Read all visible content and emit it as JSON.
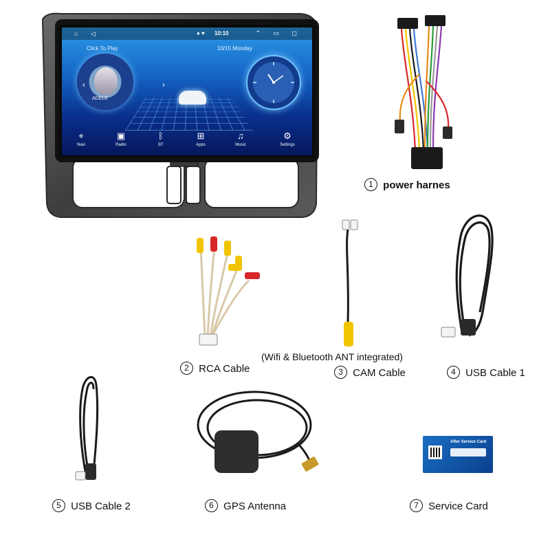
{
  "head_unit": {
    "status_time": "10:10",
    "click_to_play": "Click To Play",
    "date": "10/15 Monday",
    "music_title": "ADELE",
    "dock": [
      {
        "label": "Navi",
        "icon": "location-pin-icon",
        "glyph": "⌖"
      },
      {
        "label": "Radio",
        "icon": "radio-icon",
        "glyph": "▣"
      },
      {
        "label": "BT",
        "icon": "bluetooth-icon",
        "glyph": "ᛒ"
      },
      {
        "label": "Apps",
        "icon": "apps-grid-icon",
        "glyph": "⊞"
      },
      {
        "label": "Music",
        "icon": "music-note-icon",
        "glyph": "♫"
      },
      {
        "label": "Settings",
        "icon": "gear-icon",
        "glyph": "⚙"
      }
    ]
  },
  "items": [
    {
      "number": "1",
      "label": "power harnes"
    },
    {
      "number": "2",
      "label": "RCA Cable"
    },
    {
      "number": "3",
      "label": "CAM Cable"
    },
    {
      "number": "4",
      "label": "USB Cable 1"
    },
    {
      "number": "5",
      "label": "USB Cable 2"
    },
    {
      "number": "6",
      "label": "GPS Antenna"
    },
    {
      "number": "7",
      "label": "Service Card"
    }
  ],
  "wifi_note": "(Wifi & Bluetooth ANT integrated)",
  "service_card": {
    "title": "After Service Card"
  },
  "colors": {
    "frame": "#4a4a4a",
    "screen_top": "#2d9be8",
    "screen_bottom": "#06175a",
    "rca_yellow": "#f2c400",
    "rca_red": "#d8262b"
  }
}
